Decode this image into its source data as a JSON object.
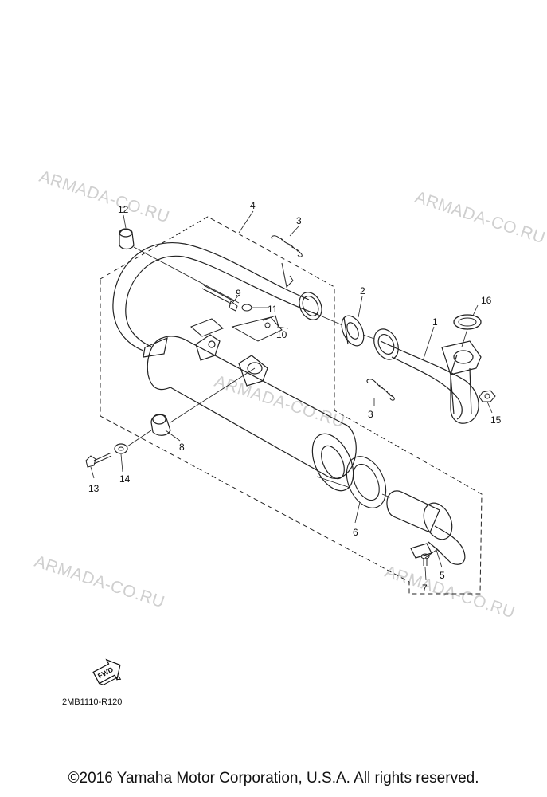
{
  "watermarks": [
    "ARMADA-CO.RU",
    "ARMADA-CO.RU",
    "ARMADA-CO.RU",
    "ARMADA-CO.RU",
    "ARMADA-CO.RU"
  ],
  "callouts": [
    "1",
    "2",
    "3",
    "3",
    "4",
    "5",
    "6",
    "7",
    "8",
    "9",
    "10",
    "11",
    "12",
    "13",
    "14",
    "15",
    "16"
  ],
  "forward_label": "FWD",
  "diagram_code": "2MB1110-R120",
  "copyright": "©2016 Yamaha Motor Corporation, U.S.A. All rights reserved."
}
